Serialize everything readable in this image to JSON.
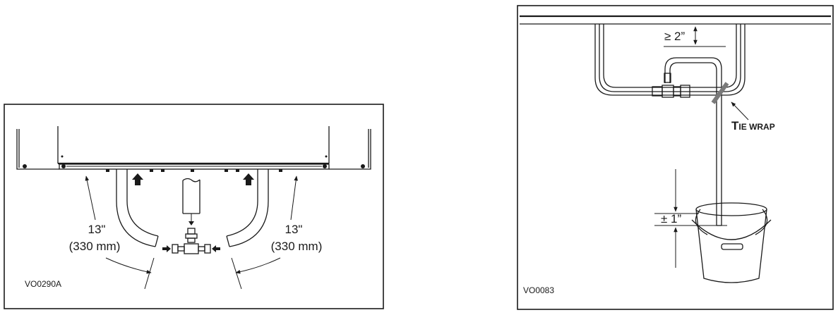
{
  "left_figure": {
    "dimension_left": {
      "inches": "13\"",
      "mm": "(330 mm)"
    },
    "dimension_right": {
      "inches": "13\"",
      "mm": "(330 mm)"
    },
    "figure_code": "VO0290A"
  },
  "right_figure": {
    "clearance_label": "≥ 2”",
    "tolerance_label": "± 1”",
    "tie_wrap_label": {
      "initial": "T",
      "rest": "IE WRAP"
    },
    "figure_code": "VO0083"
  }
}
